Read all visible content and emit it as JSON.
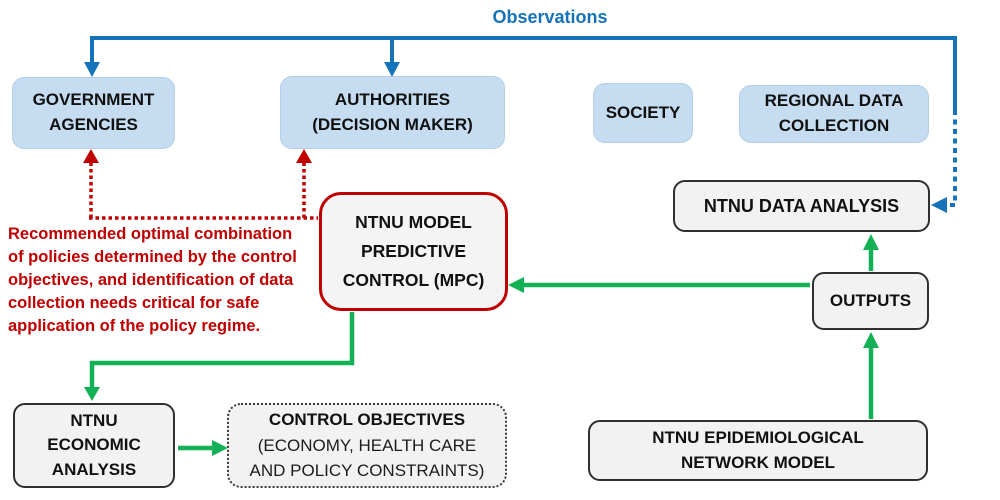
{
  "diagram_title": "Observations",
  "colors": {
    "observation_blue": "#1573ba",
    "policy_red": "#c00000",
    "flow_green": "#12b155",
    "entity_box_fill": "#c5dcf1",
    "module_box_fill": "#f2f2f2"
  },
  "boxes": {
    "government_agencies": {
      "label": "GOVERNMENT\nAGENCIES"
    },
    "authorities": {
      "label": "AUTHORITIES\n(DECISION MAKER)"
    },
    "society": {
      "label": "SOCIETY"
    },
    "regional_data_collection": {
      "label": "REGIONAL DATA\nCOLLECTION"
    },
    "ntnu_data_analysis": {
      "label": "NTNU DATA ANALYSIS"
    },
    "ntnu_mpc": {
      "label": "NTNU MODEL\nPREDICTIVE\nCONTROL (MPC)"
    },
    "outputs": {
      "label": "OUTPUTS"
    },
    "ntnu_economic_analysis": {
      "label": "NTNU\nECONOMIC\nANALYSIS"
    },
    "control_objectives": {
      "title": "CONTROL OBJECTIVES",
      "subtitle": "(ECONOMY, HEALTH CARE\nAND POLICY CONSTRAINTS)"
    },
    "ntnu_epidemiological": {
      "label": "NTNU EPIDEMIOLOGICAL\nNETWORK MODEL"
    }
  },
  "annotations": {
    "recommendation": "Recommended optimal combination\nof policies determined by the control\nobjectives, and identification of data\ncollection needs critical for safe\napplication of the policy regime."
  }
}
